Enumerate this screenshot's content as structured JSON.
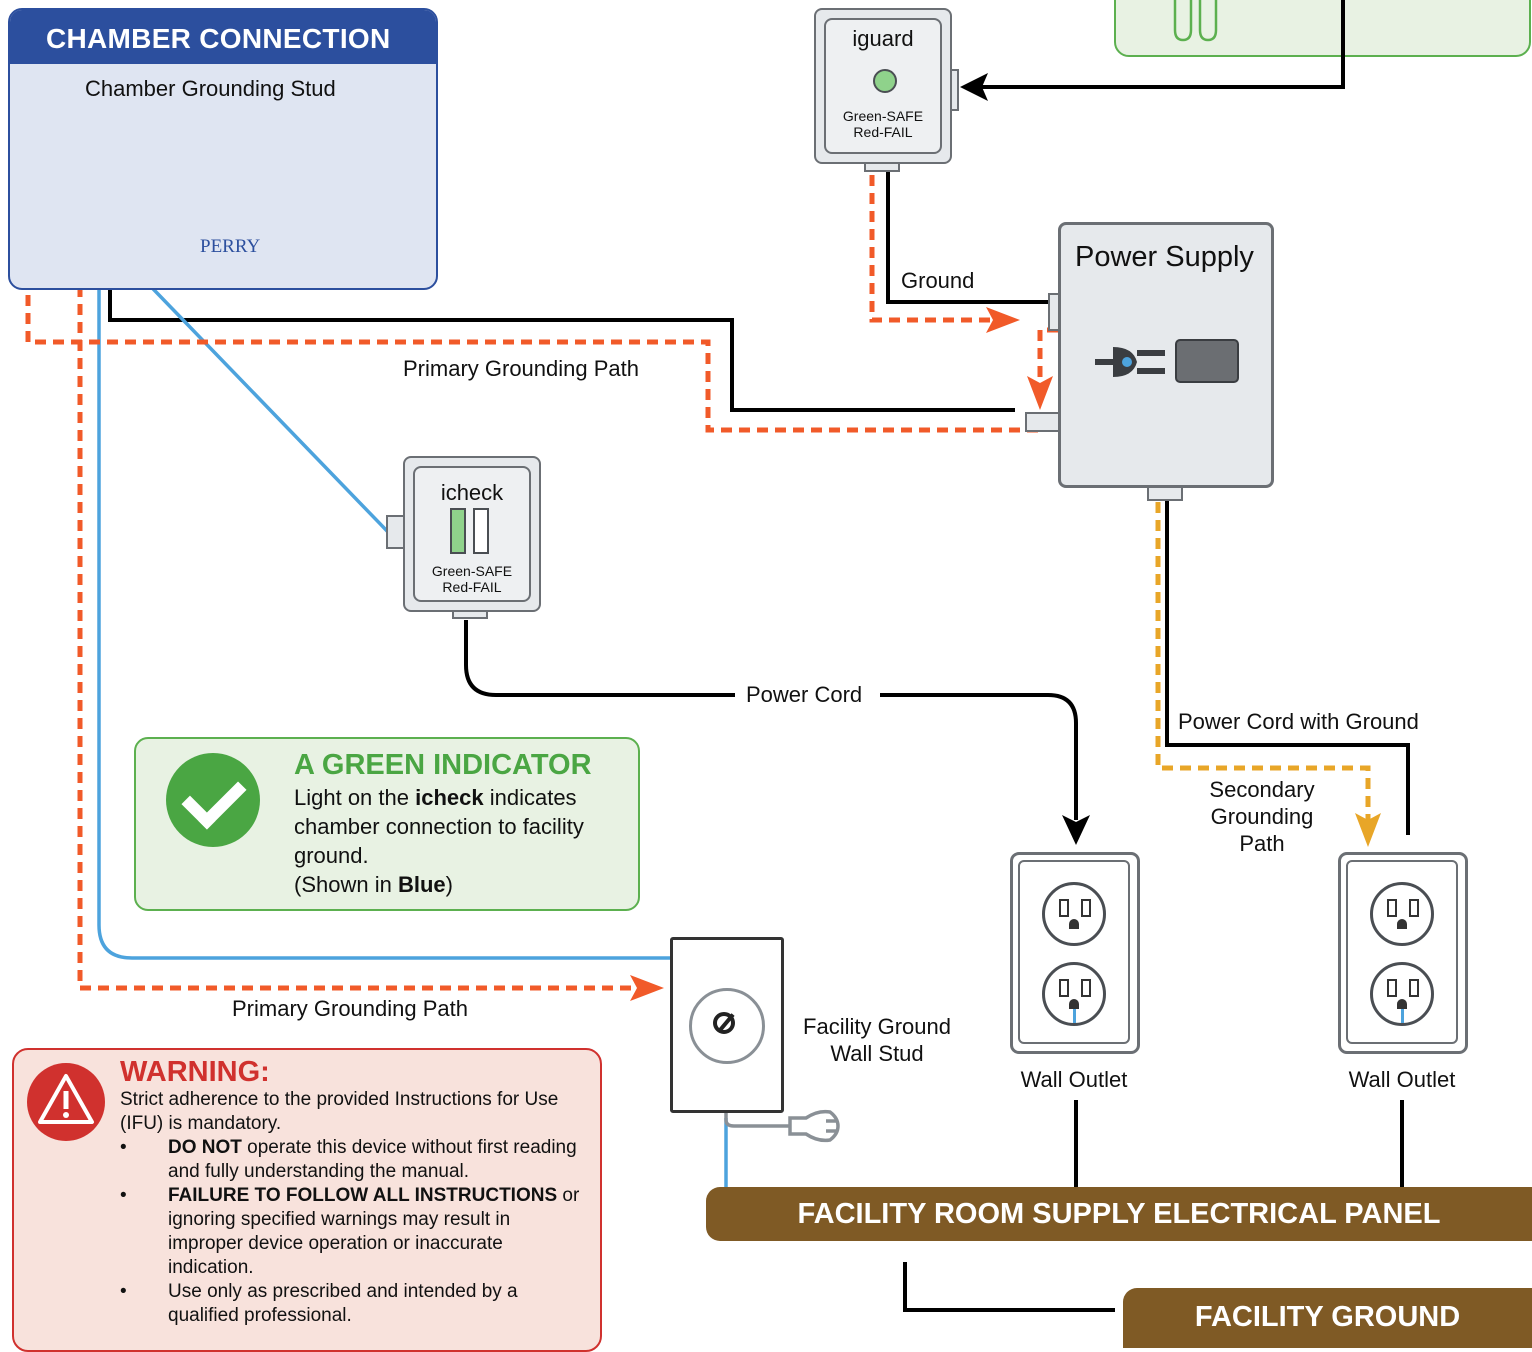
{
  "chamber": {
    "header": "CHAMBER CONNECTION",
    "stud_label": "Chamber Grounding Stud",
    "brand": "PERRY"
  },
  "iguard": {
    "title": "iguard",
    "status_line1": "Green-SAFE",
    "status_line2": "Red-FAIL"
  },
  "icheck": {
    "title": "icheck",
    "status_line1": "Green-SAFE",
    "status_line2": "Red-FAIL"
  },
  "power_supply": {
    "title": "Power Supply"
  },
  "labels": {
    "ground": "Ground",
    "primary_path_top": "Primary Grounding Path",
    "primary_path_bottom": "Primary Grounding Path",
    "power_cord": "Power Cord",
    "power_cord_ground": "Power Cord with Ground",
    "secondary_path": [
      "Secondary",
      "Grounding",
      "Path"
    ],
    "facility_stud": [
      "Facility Ground",
      "Wall Stud"
    ],
    "wall_outlet_1": "Wall Outlet",
    "wall_outlet_2": "Wall Outlet"
  },
  "info": {
    "title": "A GREEN INDICATOR",
    "line1_pre": "Light on the ",
    "line1_bold": "icheck",
    "line1_post": " indicates",
    "line2": "chamber connection to facility",
    "line3": "ground.",
    "line4_pre": "(Shown in ",
    "line4_bold": "Blue",
    "line4_post": ")"
  },
  "warning": {
    "title": "WARNING:",
    "intro": "Strict adherence to the provided Instructions for Use (IFU) is mandatory.",
    "item1_bold": "DO NOT",
    "item1_text": " operate this device without first reading and fully understanding the manual.",
    "item2_bold": "FAILURE TO FOLLOW ALL INSTRUCTIONS",
    "item2_text": " or ignoring specified warnings may result in improper device operation or inaccurate indication.",
    "item3_text": "Use only as prescribed and intended by a qualified professional.",
    "bullet": "•"
  },
  "facility": {
    "panel": "FACILITY ROOM SUPPLY ELECTRICAL PANEL",
    "ground": "FACILITY GROUND"
  },
  "colors": {
    "primary_path": "#f15a29",
    "secondary_path": "#e8a628",
    "icheck_ground": "#4da3dd",
    "wire": "#000000",
    "facility_bar": "#7f5a25",
    "chamber_blue": "#2c4f9e",
    "green": "#4aa643",
    "warning_red": "#d0312e"
  }
}
